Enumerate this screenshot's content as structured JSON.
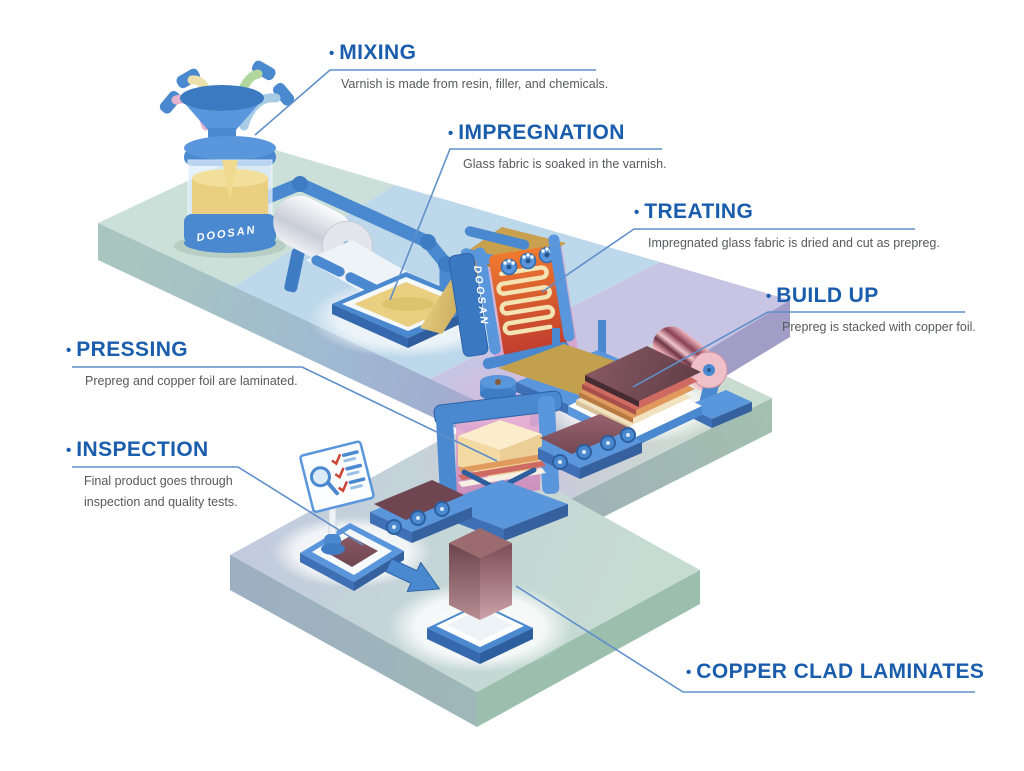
{
  "brand": "DOOSAN",
  "bullet": "•",
  "colors": {
    "heading_blue": "#1a5dac",
    "description_gray": "#58595b",
    "leader_line": "#5f8fca",
    "machine_blue": "#4a89cf",
    "varnish_yellow": "#e9cf7f",
    "oven_orange": "#ef7a30",
    "copper_laminate": "#6e4550",
    "floor_mint": "#cbe0d8",
    "floor_blue": "#bdd8ea",
    "floor_lavender": "#c8c4e3"
  },
  "steps": [
    {
      "id": "mixing",
      "title": "MIXING",
      "description": "Varnish is made from resin, filler, and chemicals."
    },
    {
      "id": "impregnation",
      "title": "IMPREGNATION",
      "description": "Glass fabric is soaked in the varnish."
    },
    {
      "id": "treating",
      "title": "TREATING",
      "description": "Impregnated glass fabric is dried and cut as prepreg."
    },
    {
      "id": "buildup",
      "title": "BUILD UP",
      "description": "Prepreg is stacked with copper foil."
    },
    {
      "id": "pressing",
      "title": "PRESSING",
      "description": "Prepreg and copper foil are laminated."
    },
    {
      "id": "inspection",
      "title": "INSPECTION",
      "description": "Final product goes through inspection and quality tests."
    },
    {
      "id": "ccl",
      "title": "COPPER CLAD LAMINATES",
      "description": ""
    }
  ]
}
